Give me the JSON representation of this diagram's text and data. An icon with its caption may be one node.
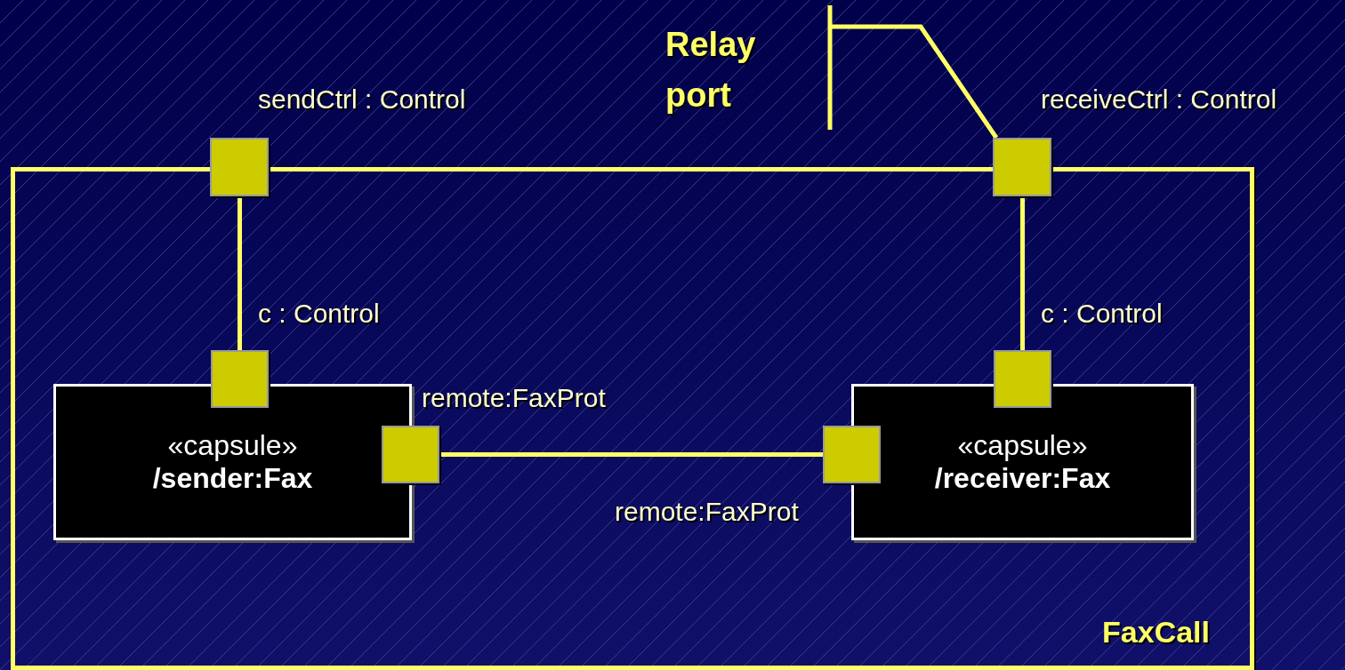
{
  "diagram": {
    "nodes": [
      {
        "text": [
          "FaxCall"
        ]
      },
      {
        "text": [],
        "shape": "box",
        "beside": [
          "sendCtrl : Control"
        ]
      },
      {
        "text": [],
        "shape": "box",
        "beside": [
          "receiveCtrl : Control"
        ]
      },
      {
        "text": [
          "«capsule»",
          "/sender:Fax"
        ],
        "in": 0
      },
      {
        "text": [],
        "shape": "box",
        "beside": [
          "c : Control"
        ],
        "in": 0
      },
      {
        "text": [],
        "shape": "box",
        "beside": [
          "remote:FaxProt"
        ],
        "in": 0
      },
      {
        "text": [
          "«capsule»",
          "/receiver:Fax"
        ],
        "in": 0
      },
      {
        "text": [],
        "shape": "box",
        "beside": [
          "c : Control"
        ],
        "in": 0
      },
      {
        "text": [],
        "shape": "box",
        "beside": [
          "remote:FaxProt"
        ],
        "in": 0
      },
      {
        "text": [
          "Relay port"
        ]
      }
    ],
    "edges": [
      {
        "from": 1,
        "to": 4,
        "arrow": "none"
      },
      {
        "from": 2,
        "to": 7,
        "arrow": "none"
      },
      {
        "from": 5,
        "to": 8,
        "arrow": "none"
      },
      {
        "from": 9,
        "to": 2,
        "arrow": "none"
      }
    ]
  }
}
